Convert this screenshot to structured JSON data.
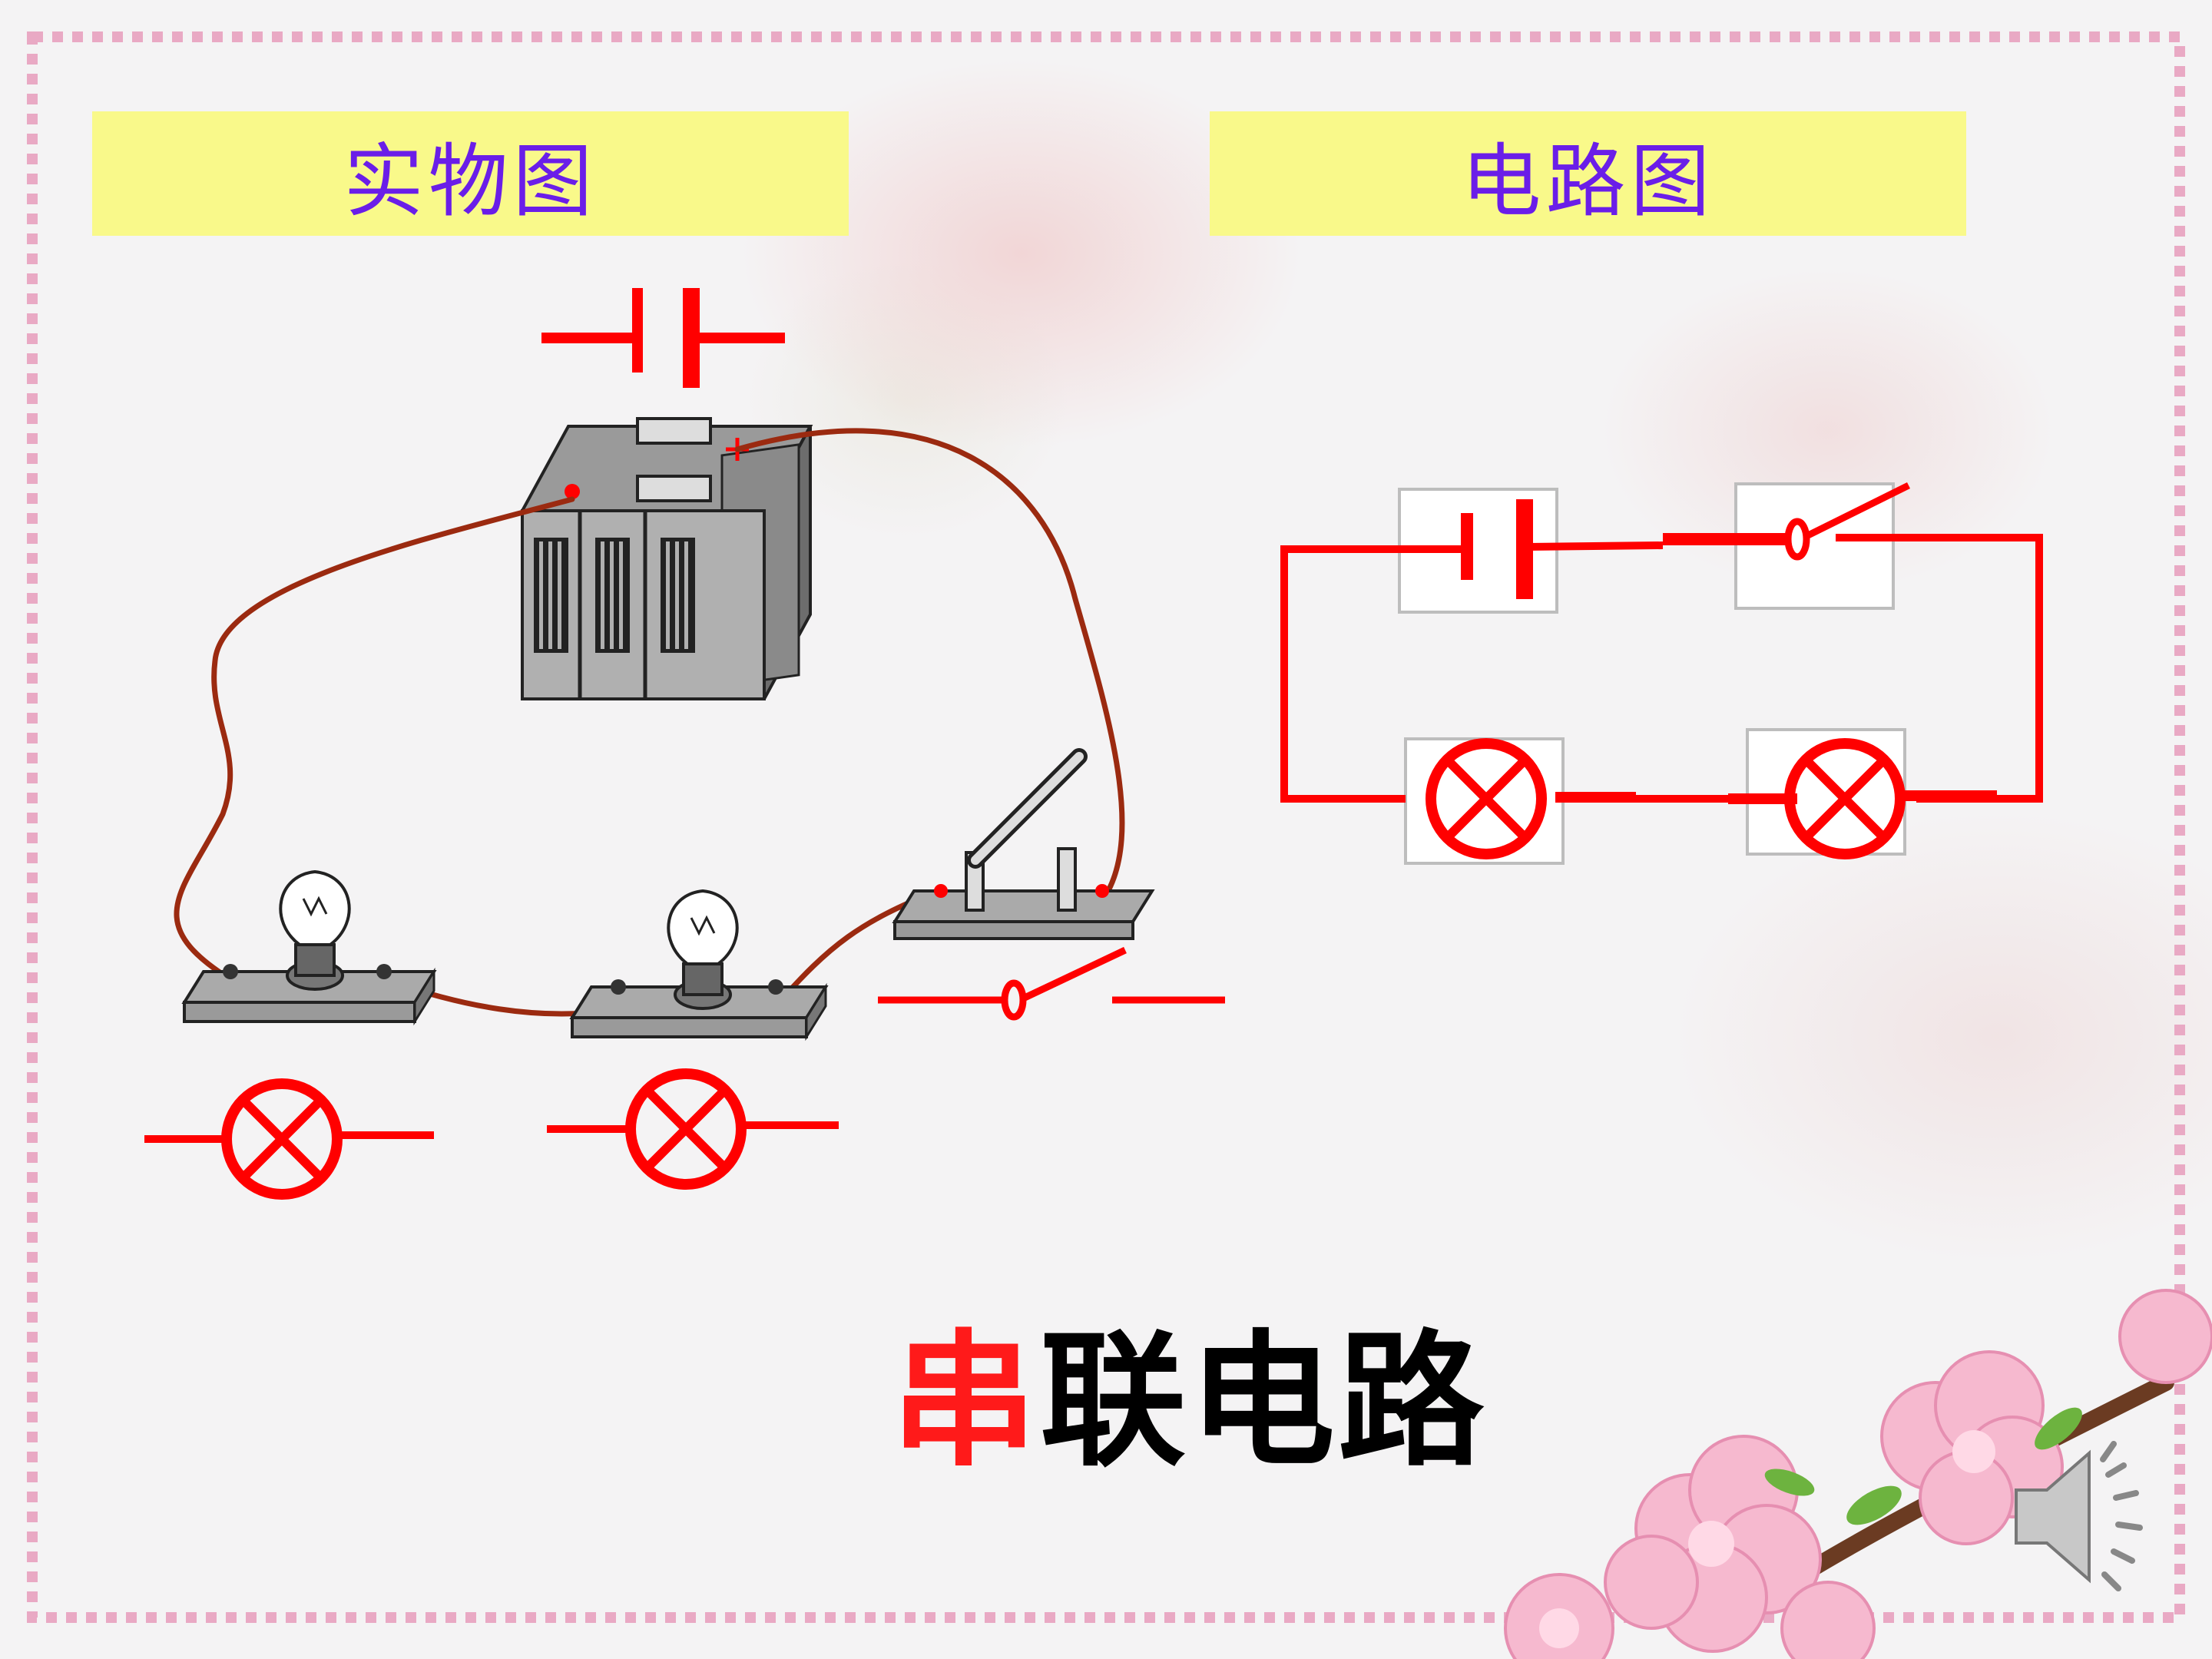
{
  "titles": {
    "left": "实物图",
    "right": "电路图"
  },
  "caption": {
    "highlight": "串",
    "rest": "联电路"
  },
  "colors": {
    "title_text": "#6a1ee8",
    "title_bg": "#f9f98a",
    "symbol_red": "#ff0000",
    "wire_brown": "#9b2a10",
    "highlight": "#ff1a1a"
  },
  "icons": [
    "battery-symbol-icon",
    "switch-symbol-icon",
    "lamp-symbol-icon",
    "speaker-icon",
    "blossom-branch-icon"
  ]
}
